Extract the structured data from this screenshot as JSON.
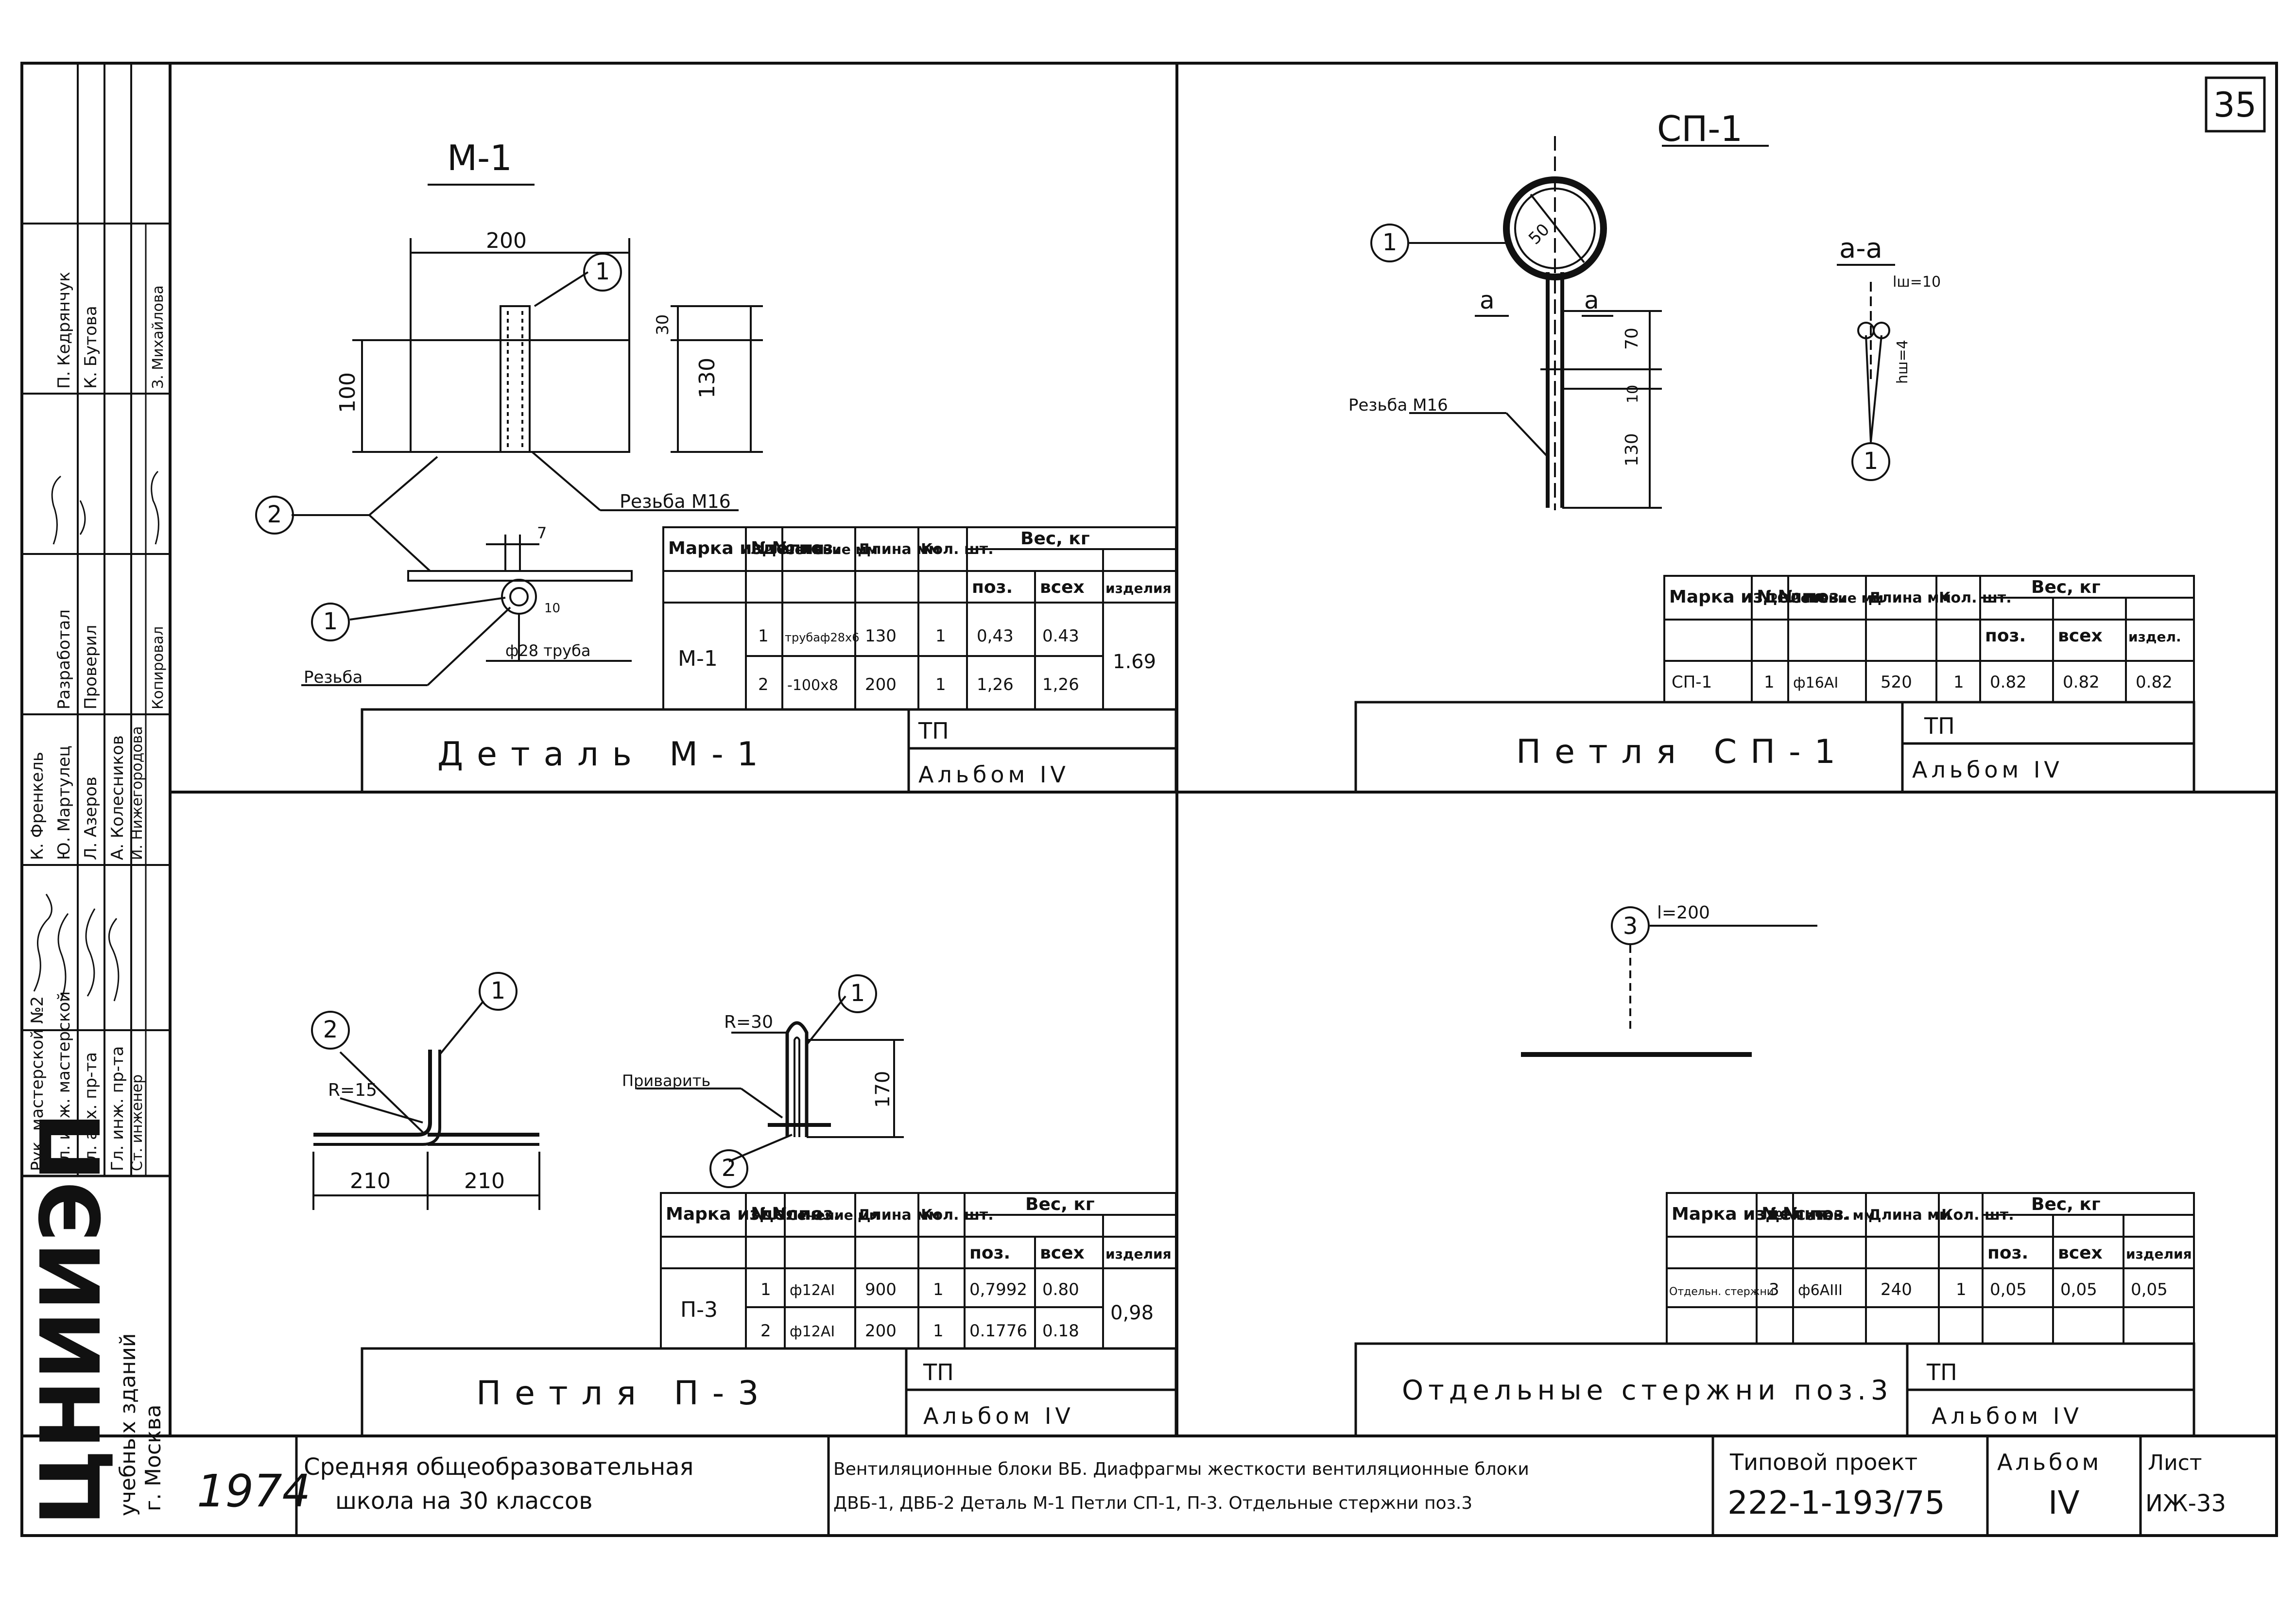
{
  "sheet": {
    "number": "35",
    "year": "1974",
    "school": [
      "Средняя общеобразовательная",
      "школа на 30 классов"
    ],
    "description": [
      "Вентиляционные блоки ВБ. Диафрагмы жесткости вентиляционные блоки",
      "ДВБ-1, ДВБ-2 Деталь М-1 Петли СП-1, П-3. Отдельные стержни поз.3"
    ],
    "project_label": "Типовой проект",
    "project_number": "222-1-193/75",
    "album_label": "Альбом",
    "album_number": "IV",
    "list_label": "Лист",
    "list_number": "ИЖ-33"
  },
  "org": {
    "logo": "ЦНИИЭП",
    "name": "учебных зданий",
    "city": "г. Москва"
  },
  "stamp": {
    "rows": [
      {
        "role": "Рук. мастерской №2",
        "name": "К. Френкель"
      },
      {
        "role": "Гл. инж. мастерской",
        "name": "Ю. Мартулец"
      },
      {
        "role": "Гл. арх. пр-та",
        "name": "Л. Азеров"
      },
      {
        "role": "Гл. инж. пр-та",
        "name": "А. Колесников"
      },
      {
        "role": "Ст. инженер",
        "name": "И. Нижегородова"
      },
      {
        "role": "Разработал",
        "name": "П. Кедрянчук"
      },
      {
        "role": "Проверил",
        "name": "К. Бутова"
      },
      {
        "role": "Копировал",
        "name": "З. Михайлова"
      }
    ]
  },
  "m1": {
    "title": "М-1",
    "dims": {
      "width": "200",
      "height": "100",
      "top": "30",
      "total": "130",
      "t1": "7",
      "t2": "10"
    },
    "labels": {
      "thread1": "Резьба М16",
      "thread2": "Резьба",
      "pipe": "ф28 труба"
    },
    "callouts": [
      "1",
      "2",
      "1"
    ],
    "table": {
      "headers": [
        "Марка изделия",
        "№№ поз.",
        "Сечение мм",
        "Длина мм",
        "Кол. шт.",
        "Вес, кг",
        "поз.",
        "всех",
        "изделия"
      ],
      "mark": "М-1",
      "rows": [
        {
          "pos": "1",
          "section": "трубаф28х6",
          "length": "130",
          "qty": "1",
          "w_pos": "0,43",
          "w_all": "0.43"
        },
        {
          "pos": "2",
          "section": "-100х8",
          "length": "200",
          "qty": "1",
          "w_pos": "1,26",
          "w_all": "1,26"
        }
      ],
      "total": "1.69"
    },
    "stamp_title": "Деталь М-1",
    "tp": "ТП",
    "album": "Альбом IV"
  },
  "sp1": {
    "title": "СП-1",
    "section_title": "а-а",
    "dims": {
      "r": "50",
      "d1": "70",
      "d2": "10",
      "d3": "130",
      "lw": "lш=10",
      "hw": "hш=4"
    },
    "labels": {
      "thread": "Резьба М16",
      "cut": "а"
    },
    "callouts": [
      "1",
      "1"
    ],
    "table": {
      "headers": [
        "Марка изделия",
        "№№ поз.",
        "Сечение мм",
        "Длина мм",
        "Кол. шт.",
        "Вес, кг",
        "поз.",
        "всех",
        "издел."
      ],
      "rows": [
        {
          "mark": "СП-1",
          "pos": "1",
          "section": "ф16АI",
          "length": "520",
          "qty": "1",
          "w_pos": "0.82",
          "w_all": "0.82",
          "w_item": "0.82"
        }
      ]
    },
    "stamp_title": "Петля СП-1",
    "tp": "ТП",
    "album": "Альбом IV"
  },
  "p3": {
    "dims": {
      "r1": "R=15",
      "r2": "R=30",
      "l1": "210",
      "l2": "210",
      "h": "170"
    },
    "labels": {
      "weld": "Приварить"
    },
    "callouts": [
      "1",
      "2",
      "1",
      "2"
    ],
    "table": {
      "headers": [
        "Марка изделия",
        "№№ поз.",
        "Сечение мм",
        "Длина мм",
        "Кол. шт.",
        "Вес, кг",
        "поз.",
        "всех",
        "изделия"
      ],
      "mark": "П-3",
      "rows": [
        {
          "pos": "1",
          "section": "ф12АI",
          "length": "900",
          "qty": "1",
          "w_pos": "0,7992",
          "w_all": "0.80"
        },
        {
          "pos": "2",
          "section": "ф12АI",
          "length": "200",
          "qty": "1",
          "w_pos": "0.1776",
          "w_all": "0.18"
        }
      ],
      "total": "0,98"
    },
    "stamp_title": "Петля П-3",
    "tp": "ТП",
    "album": "Альбом IV"
  },
  "rods": {
    "callout": "3",
    "length": "l=200",
    "table": {
      "headers": [
        "Марка изделия",
        "№№ поз.",
        "Сечен. мм",
        "Длина мм",
        "Кол. шт.",
        "Вес, кг",
        "поз.",
        "всех",
        "изделия"
      ],
      "rows": [
        {
          "mark": "Отдельн. стержни",
          "pos": "3",
          "section": "ф6АIII",
          "length": "240",
          "qty": "1",
          "w_pos": "0,05",
          "w_all": "0,05",
          "w_item": "0,05"
        }
      ]
    },
    "stamp_title": "Отдельные стержни поз.3",
    "tp": "ТП",
    "album": "Альбом IV"
  }
}
